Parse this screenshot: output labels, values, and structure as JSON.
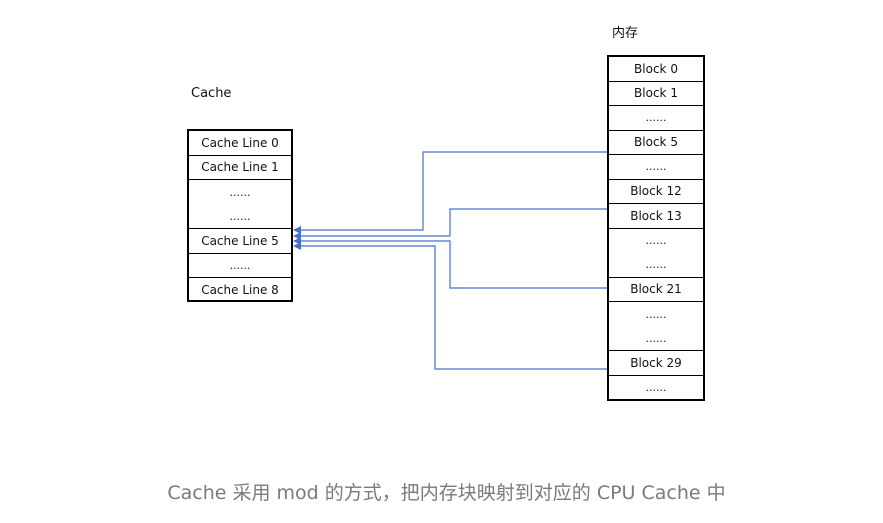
{
  "cache": {
    "title": "Cache",
    "lines": [
      "Cache Line 0",
      "Cache Line 1",
      "......",
      "......",
      "Cache Line 5",
      "......",
      "Cache Line 8"
    ]
  },
  "memory": {
    "title": "内存",
    "blocks": [
      "Block 0",
      "Block 1",
      "......",
      "Block 5",
      "......",
      "Block 12",
      "Block 13",
      "......",
      "......",
      "Block 21",
      "......",
      "......",
      "Block 29",
      "......"
    ]
  },
  "mappings": [
    {
      "from": "Block 5",
      "to": "Cache Line 5"
    },
    {
      "from": "Block 13",
      "to": "Cache Line 5"
    },
    {
      "from": "Block 21",
      "to": "Cache Line 5"
    },
    {
      "from": "Block 29",
      "to": "Cache Line 5"
    }
  ],
  "caption": "Cache 采用 mod 的方式，把内存块映射到对应的 CPU Cache 中",
  "colors": {
    "arrow": "#4472c4",
    "border": "#000000",
    "caption": "#7a7a7a"
  }
}
